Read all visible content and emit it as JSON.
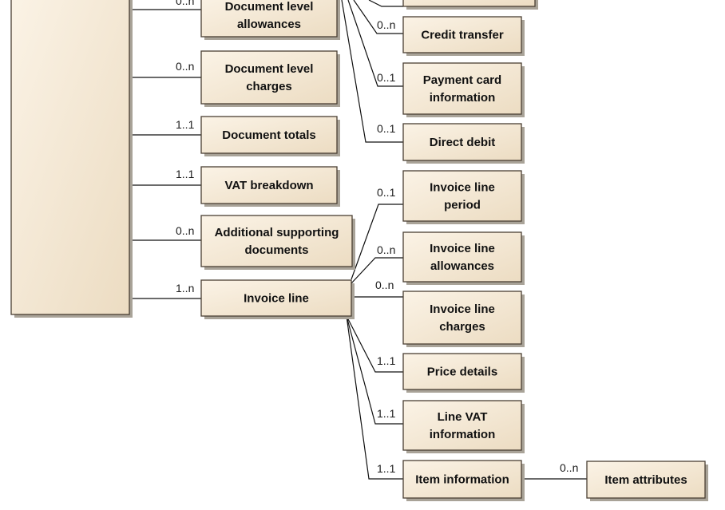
{
  "nodes": {
    "document_level_allowances": [
      "Document level",
      "allowances"
    ],
    "document_level_charges": [
      "Document level",
      "charges"
    ],
    "document_totals": [
      "Document totals"
    ],
    "vat_breakdown": [
      "VAT breakdown"
    ],
    "additional_supporting_documents": [
      "Additional supporting",
      "documents"
    ],
    "invoice_line": [
      "Invoice line"
    ],
    "credit_transfer": [
      "Credit transfer"
    ],
    "payment_card_information": [
      "Payment card",
      "information"
    ],
    "direct_debit": [
      "Direct debit"
    ],
    "invoice_line_period": [
      "Invoice line",
      "period"
    ],
    "invoice_line_allowances": [
      "Invoice line",
      "allowances"
    ],
    "invoice_line_charges": [
      "Invoice line",
      "charges"
    ],
    "price_details": [
      "Price details"
    ],
    "line_vat_information": [
      "Line VAT",
      "information"
    ],
    "item_information": [
      "Item information"
    ],
    "item_attributes": [
      "Item attributes"
    ]
  },
  "cardinalities": {
    "document_level_allowances": "0..n",
    "document_level_charges": "0..n",
    "document_totals": "1..1",
    "vat_breakdown": "1..1",
    "additional_supporting_documents": "0..n",
    "invoice_line": "1..n",
    "credit_transfer": "0..n",
    "payment_card_information": "0..1",
    "direct_debit": "0..1",
    "invoice_line_period": "0..1",
    "invoice_line_allowances": "0..n",
    "invoice_line_charges": "0..n",
    "price_details": "1..1",
    "line_vat_information": "1..1",
    "item_information": "1..1",
    "item_attributes": "0..n"
  },
  "colors": {
    "box_fill_light": "#fbf3e6",
    "box_fill_dark": "#ecdcc2",
    "box_border": "#4a3f33",
    "line": "#111111",
    "text": "#111111"
  }
}
